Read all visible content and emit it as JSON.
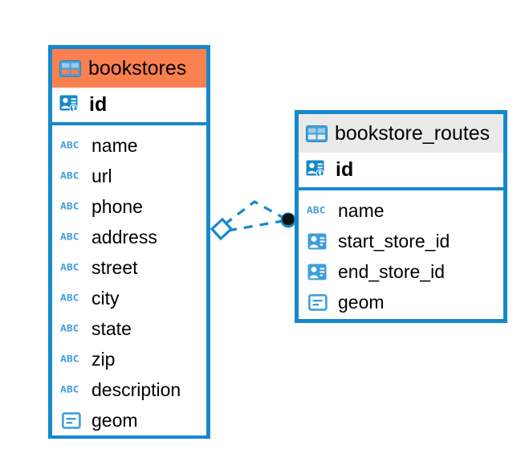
{
  "diagram": {
    "type": "entity-relationship-diagram",
    "background": "#ffffff",
    "accent_blue": "#1689CC",
    "header_orange": "#FA8050",
    "header_gray": "#EAEAEA",
    "icon_blue": "#3E9FDC"
  },
  "tables": [
    {
      "name": "bookstores",
      "header_color": "#FA8050",
      "header_icon": "table-grid-icon",
      "primary_key": {
        "label": "id",
        "icon": "primary-key-icon"
      },
      "columns": [
        {
          "label": "name",
          "icon": "text-abc-icon"
        },
        {
          "label": "url",
          "icon": "text-abc-icon"
        },
        {
          "label": "phone",
          "icon": "text-abc-icon"
        },
        {
          "label": "address",
          "icon": "text-abc-icon"
        },
        {
          "label": "street",
          "icon": "text-abc-icon"
        },
        {
          "label": "city",
          "icon": "text-abc-icon"
        },
        {
          "label": "state",
          "icon": "text-abc-icon"
        },
        {
          "label": "zip",
          "icon": "text-abc-icon"
        },
        {
          "label": "description",
          "icon": "text-abc-icon"
        },
        {
          "label": "geom",
          "icon": "geometry-icon"
        }
      ]
    },
    {
      "name": "bookstore_routes",
      "header_color": "#EAEAEA",
      "header_icon": "table-grid-icon",
      "primary_key": {
        "label": "id",
        "icon": "primary-key-icon"
      },
      "columns": [
        {
          "label": "name",
          "icon": "text-abc-icon"
        },
        {
          "label": "start_store_id",
          "icon": "foreign-key-icon"
        },
        {
          "label": "end_store_id",
          "icon": "foreign-key-icon"
        },
        {
          "label": "geom",
          "icon": "geometry-icon"
        }
      ]
    }
  ],
  "relationships": [
    {
      "from_table": "bookstore_routes",
      "from_column": "start_store_id",
      "to_table": "bookstores",
      "to_column": "id",
      "line_style": "dashed",
      "line_color": "#1689CC",
      "source_marker": "filled-circle",
      "target_marker": "diamond-outline"
    },
    {
      "from_table": "bookstore_routes",
      "from_column": "end_store_id",
      "to_table": "bookstores",
      "to_column": "id",
      "line_style": "dashed",
      "line_color": "#1689CC",
      "source_marker": "filled-circle",
      "target_marker": "diamond-outline"
    }
  ]
}
